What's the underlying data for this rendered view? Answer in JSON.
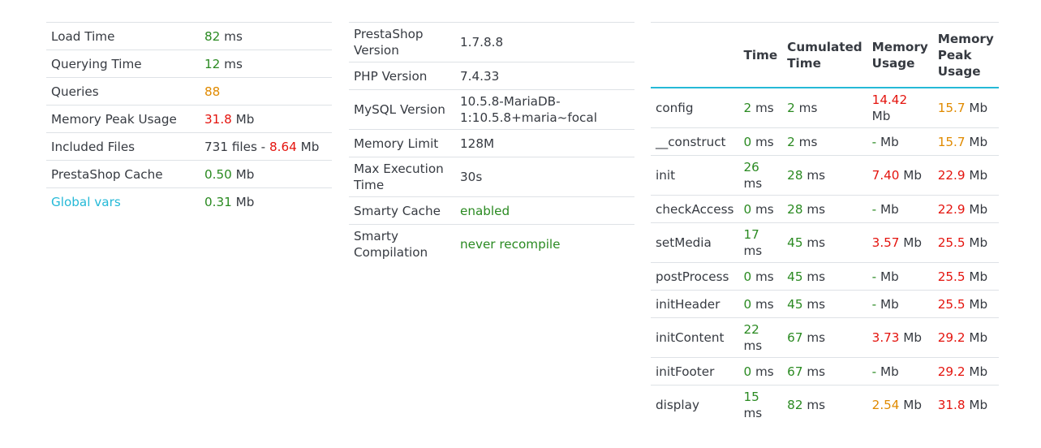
{
  "summary": [
    {
      "label": "Load Time",
      "value": "82",
      "value_color": "green",
      "unit": " ms"
    },
    {
      "label": "Querying Time",
      "value": "12",
      "value_color": "green",
      "unit": " ms"
    },
    {
      "label": "Queries",
      "value": "88",
      "value_color": "orange",
      "unit": ""
    },
    {
      "label": "Memory Peak Usage",
      "value": "31.8",
      "value_color": "red",
      "unit": " Mb"
    },
    {
      "label": "Included Files",
      "prefix": "731 files - ",
      "value": "8.64",
      "value_color": "red",
      "unit": " Mb"
    },
    {
      "label": "PrestaShop Cache",
      "value": "0.50",
      "value_color": "green",
      "unit": " Mb"
    },
    {
      "label": "Global vars",
      "label_is_link": true,
      "value": "0.31",
      "value_color": "green",
      "unit": " Mb"
    }
  ],
  "environment": [
    {
      "label": "PrestaShop Version",
      "value": "1.7.8.8"
    },
    {
      "label": "PHP Version",
      "value": "7.4.33"
    },
    {
      "label": "MySQL Version",
      "value": "10.5.8-MariaDB-1:10.5.8+maria~focal"
    },
    {
      "label": "Memory Limit",
      "value": "128M"
    },
    {
      "label": "Max Execution Time",
      "value": "30s"
    },
    {
      "label": "Smarty Cache",
      "value": "enabled",
      "value_color": "green"
    },
    {
      "label": "Smarty Compilation",
      "value": "never recompile",
      "value_color": "green"
    }
  ],
  "steps": {
    "headers": [
      "",
      "Time",
      "Cumulated Time",
      "Memory Usage",
      "Memory Peak Usage"
    ],
    "rows": [
      {
        "name": "config",
        "time": "2",
        "cumulated": "2",
        "memory": "14.42",
        "memory_color": "red",
        "peak": "15.7",
        "peak_color": "orange"
      },
      {
        "name": "__construct",
        "time": "0",
        "cumulated": "2",
        "memory": "-",
        "memory_color": "green",
        "peak": "15.7",
        "peak_color": "orange"
      },
      {
        "name": "init",
        "time": "26",
        "cumulated": "28",
        "memory": "7.40",
        "memory_color": "red",
        "peak": "22.9",
        "peak_color": "red"
      },
      {
        "name": "checkAccess",
        "time": "0",
        "cumulated": "28",
        "memory": "-",
        "memory_color": "green",
        "peak": "22.9",
        "peak_color": "red"
      },
      {
        "name": "setMedia",
        "time": "17",
        "cumulated": "45",
        "memory": "3.57",
        "memory_color": "red",
        "peak": "25.5",
        "peak_color": "red"
      },
      {
        "name": "postProcess",
        "time": "0",
        "cumulated": "45",
        "memory": "-",
        "memory_color": "green",
        "peak": "25.5",
        "peak_color": "red"
      },
      {
        "name": "initHeader",
        "time": "0",
        "cumulated": "45",
        "memory": "-",
        "memory_color": "green",
        "peak": "25.5",
        "peak_color": "red"
      },
      {
        "name": "initContent",
        "time": "22",
        "cumulated": "67",
        "memory": "3.73",
        "memory_color": "red",
        "peak": "29.2",
        "peak_color": "red"
      },
      {
        "name": "initFooter",
        "time": "0",
        "cumulated": "67",
        "memory": "-",
        "memory_color": "green",
        "peak": "29.2",
        "peak_color": "red"
      },
      {
        "name": "display",
        "time": "15",
        "cumulated": "82",
        "memory": "2.54",
        "memory_color": "orange",
        "peak": "31.8",
        "peak_color": "red"
      }
    ],
    "unit_ms": " ms",
    "unit_mb": " Mb"
  },
  "colors": {
    "green": "#2a8a21",
    "orange": "#e08a00",
    "red": "#e4140e",
    "link": "#25b9d7",
    "header_rule": "#25b9d7"
  }
}
